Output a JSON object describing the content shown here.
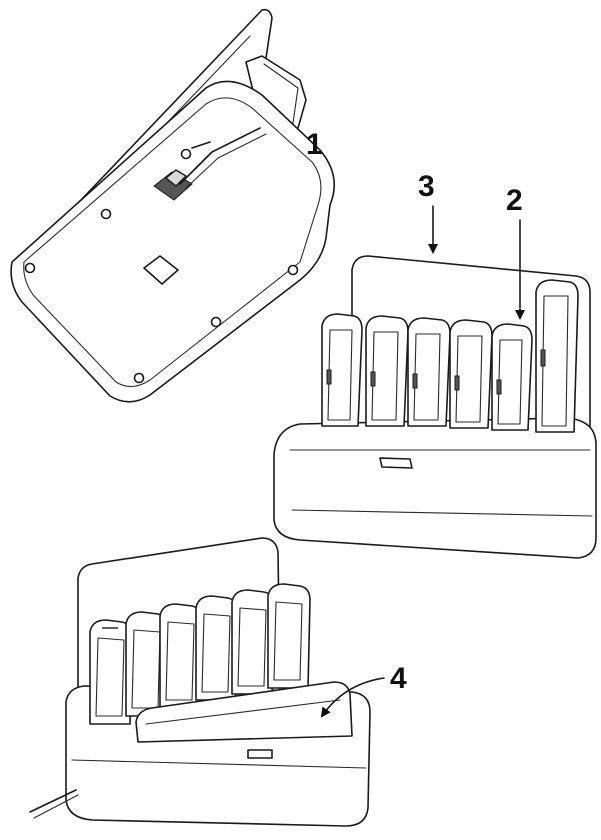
{
  "callouts": [
    {
      "id": "c1",
      "label": "1"
    },
    {
      "id": "c2",
      "label": "2"
    },
    {
      "id": "c3",
      "label": "3"
    },
    {
      "id": "c4",
      "label": "4"
    }
  ],
  "colors": {
    "line": "#1a1a1a",
    "background": "#ffffff",
    "shade": "#d9d9d9"
  }
}
